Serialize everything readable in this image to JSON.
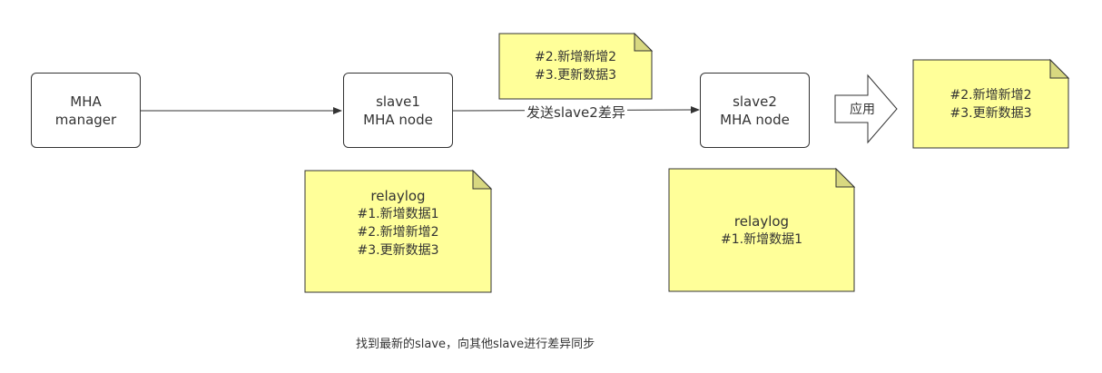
{
  "boxes": {
    "manager": [
      "MHA",
      "manager"
    ],
    "slave1": [
      "slave1",
      "MHA node"
    ],
    "slave2": [
      "slave2",
      "MHA node"
    ]
  },
  "edges": {
    "send_label": "发送slave2差异",
    "apply_label": "应用"
  },
  "notes": {
    "top_mid": [
      "#2.新增新增2",
      "#3.更新数据3"
    ],
    "top_right": [
      "#2.新增新增2",
      "#3.更新数据3"
    ],
    "relay1": [
      "relaylog",
      "#1.新增数据1",
      "#2.新增新增2",
      "#3.更新数据3"
    ],
    "relay2": [
      "relaylog",
      "#1.新增数据1"
    ]
  },
  "caption": "找到最新的slave，向其他slave进行差异同步",
  "colors": {
    "note_fill": "#ffff99",
    "note_fold": "#d8d880",
    "stroke": "#333333"
  }
}
